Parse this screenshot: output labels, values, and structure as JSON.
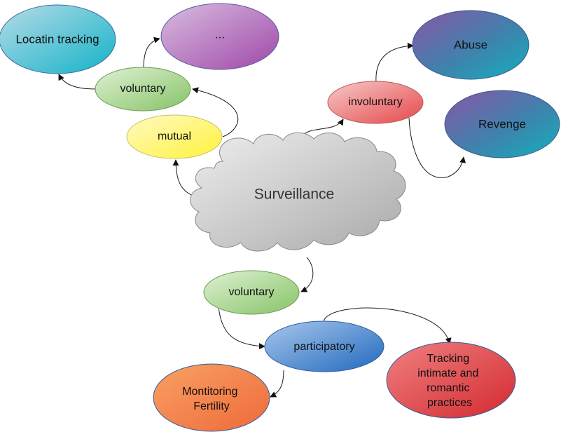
{
  "center": {
    "label": "Surveillance"
  },
  "nodes": {
    "mutual": "mutual",
    "voluntary_top": "voluntary",
    "location_tracking": "Locatin tracking",
    "ellipsis": "...",
    "involuntary": "involuntary",
    "abuse": "Abuse",
    "revenge": "Revenge",
    "voluntary_bottom": "voluntary",
    "participatory": "participatory",
    "monitoring_fertility": [
      "Montitoring",
      "Fertility"
    ],
    "tracking_intimate": [
      "Tracking",
      "intimate and",
      "romantic",
      "practices"
    ]
  }
}
